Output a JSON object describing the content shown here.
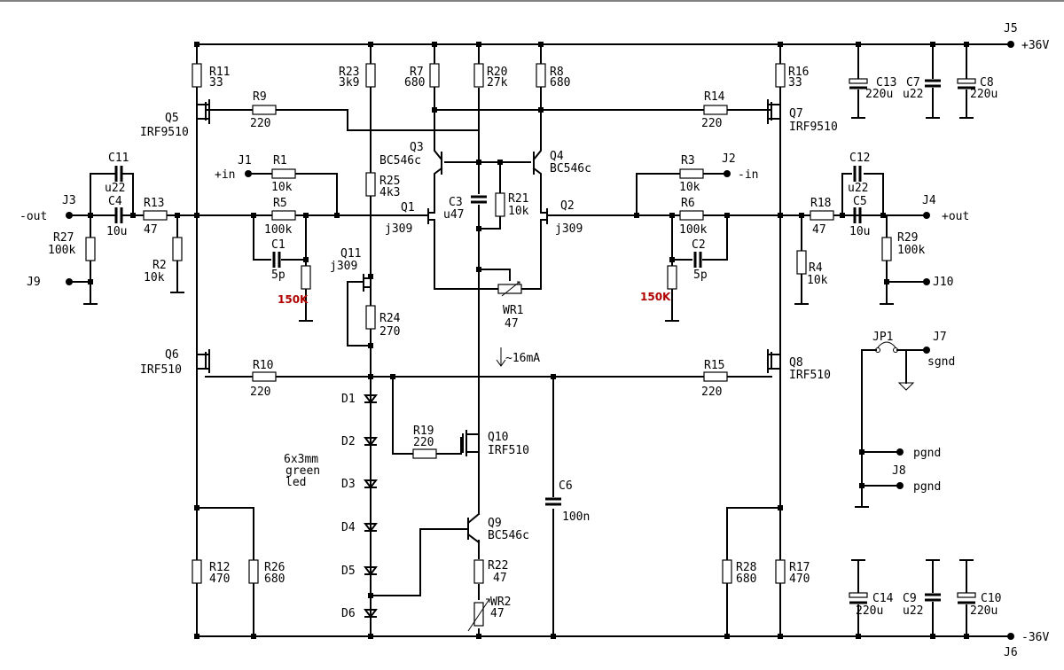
{
  "labels": {
    "R11": "R11",
    "R11v": "33",
    "R23": "R23",
    "R23v": "3k9",
    "R7": "R7",
    "R7v": "680",
    "R20": "R20",
    "R20v": "27k",
    "R8": "R8",
    "R8v": "680",
    "R16": "R16",
    "R16v": "33",
    "J5": "J5",
    "plus36": "+36V",
    "C13": "C13",
    "C13v": "220u",
    "C7": "C7",
    "C7v": "u22",
    "C8": "C8",
    "C8v": "220u",
    "R9": "R9",
    "R9v": "220",
    "R14": "R14",
    "R14v": "220",
    "Q5": "Q5",
    "Q5v": "IRF9510",
    "Q7": "Q7",
    "Q7v": "IRF9510",
    "Q3": "Q3",
    "Q3v": "BC546c",
    "Q4": "Q4",
    "Q4v": "BC546c",
    "J1": "J1",
    "inp": "+in",
    "R1": "R1",
    "R1v": "10k",
    "R3": "R3",
    "R3v": "10k",
    "J2": "J2",
    "inm": "-in",
    "C11": "C11",
    "C11v": "u22",
    "C4": "C4",
    "C4v": "10u",
    "R25": "R25",
    "R25v": "4k3",
    "C3": "C3",
    "C3v": "u47",
    "R21": "R21",
    "R21v": "10k",
    "C12": "C12",
    "C12v": "u22",
    "C5": "C5",
    "C5v": "10u",
    "J3": "J3",
    "outm": "-out",
    "R13": "R13",
    "R13v": "47",
    "R5": "R5",
    "R5v": "100k",
    "Q1": "Q1",
    "Q1v": "j309",
    "Q2": "Q2",
    "Q2v": "j309",
    "R6": "R6",
    "R6v": "100k",
    "R18": "R18",
    "R18v": "47",
    "J4": "J4",
    "outp": "+out",
    "R27": "R27",
    "R27v": "100k",
    "C1": "C1",
    "C1v": "5p",
    "C2": "C2",
    "C2v": "5p",
    "R29": "R29",
    "R29v": "100k",
    "R2": "R2",
    "R2v": "10k",
    "R4": "R4",
    "R4v": "10k",
    "J9": "J9",
    "J10": "J10",
    "Q11": "Q11",
    "Q11v": "j309",
    "WR1": "WR1",
    "WR1v": "47",
    "k150a": "150K",
    "k150b": "150K",
    "R24": "R24",
    "R24v": "270",
    "JP1": "JP1",
    "J7": "J7",
    "sgnd": "sgnd",
    "i16": "~16mA",
    "Q6": "Q6",
    "Q6v": "IRF510",
    "Q8": "Q8",
    "Q8v": "IRF510",
    "R10": "R10",
    "R10v": "220",
    "R15": "R15",
    "R15v": "220",
    "D1": "D1",
    "D2": "D2",
    "D3": "D3",
    "D4": "D4",
    "D5": "D5",
    "D6": "D6",
    "R19": "R19",
    "R19v": "220",
    "Q10": "Q10",
    "Q10v": "IRF510",
    "led1": "6x3mm",
    "led2": "green",
    "led3": "led",
    "pgnd1": "pgnd",
    "J8": "J8",
    "pgnd2": "pgnd",
    "C6": "C6",
    "C6v": "100n",
    "Q9": "Q9",
    "Q9v": "BC546c",
    "R22": "R22",
    "R22v": "47",
    "WR2": "WR2",
    "WR2v": "47",
    "R12": "R12",
    "R12v": "470",
    "R26": "R26",
    "R26v": "680",
    "R28": "R28",
    "R28v": "680",
    "R17": "R17",
    "R17v": "470",
    "C14": "C14",
    "C14v": "220u",
    "C9": "C9",
    "C9v": "u22",
    "C10": "C10",
    "C10v": "220u",
    "minus36": "-36V",
    "J6": "J6"
  }
}
